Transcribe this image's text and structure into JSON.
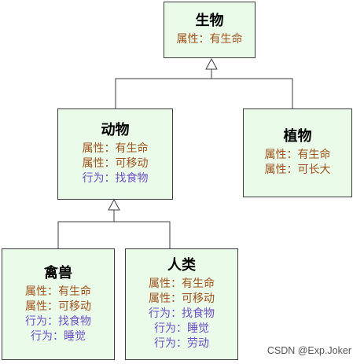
{
  "nodes": {
    "organism": {
      "title": "生物",
      "lines": [
        {
          "text": "属性：有生命",
          "kind": "attr"
        }
      ]
    },
    "animal": {
      "title": "动物",
      "lines": [
        {
          "text": "属性：有生命",
          "kind": "attr"
        },
        {
          "text": "属性：可移动",
          "kind": "attr"
        },
        {
          "text": "行为：找食物",
          "kind": "act"
        }
      ]
    },
    "plant": {
      "title": "植物",
      "lines": [
        {
          "text": "属性：有生命",
          "kind": "attr"
        },
        {
          "text": "属性：可长大",
          "kind": "attr"
        }
      ]
    },
    "beast": {
      "title": "禽兽",
      "lines": [
        {
          "text": "属性：有生命",
          "kind": "attr"
        },
        {
          "text": "属性：可移动",
          "kind": "attr"
        },
        {
          "text": "行为：找食物",
          "kind": "act"
        },
        {
          "text": "行为：睡觉",
          "kind": "act"
        }
      ]
    },
    "human": {
      "title": "人类",
      "lines": [
        {
          "text": "属性：有生命",
          "kind": "attr"
        },
        {
          "text": "属性：可移动",
          "kind": "attr"
        },
        {
          "text": "行为：找食物",
          "kind": "act"
        },
        {
          "text": "行为：睡觉",
          "kind": "act"
        },
        {
          "text": "行为：劳动",
          "kind": "act"
        }
      ]
    }
  },
  "edges": [
    {
      "from": "animal",
      "to": "organism"
    },
    {
      "from": "plant",
      "to": "organism"
    },
    {
      "from": "beast",
      "to": "animal"
    },
    {
      "from": "human",
      "to": "animal"
    }
  ],
  "colors": {
    "node_fill": "#eafbea",
    "border": "#3c3c3c",
    "attribute": "#a0521a",
    "behavior": "#6d4fc6"
  },
  "watermark": "CSDN @Exp.Joker"
}
